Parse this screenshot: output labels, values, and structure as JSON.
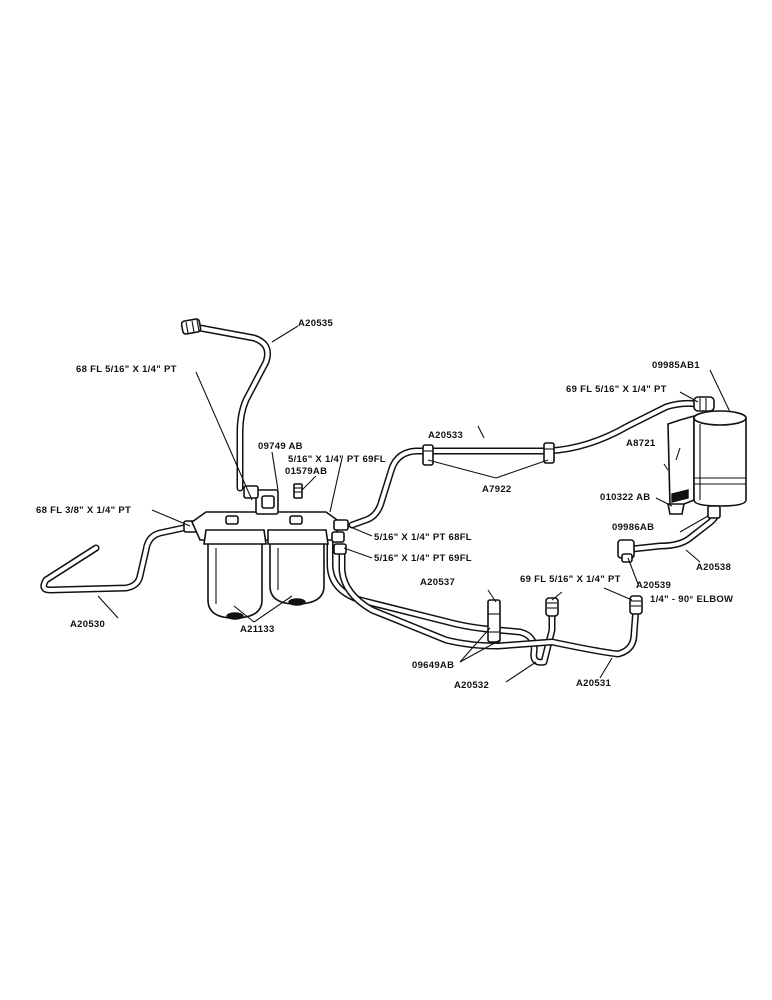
{
  "diagram": {
    "labels": {
      "a20535": "A20535",
      "fl68_516_pt": "68 FL 5/16\" X 1/4\" PT",
      "p09749ab": "09749 AB",
      "adapter_516_69fl": "5/16\" X 1/4\" PT 69FL",
      "p01579ab": "01579AB",
      "fl68_38_pt": "68 FL 3/8\" X 1/4\" PT",
      "a20530": "A20530",
      "a21133": "A21133",
      "adapter_516_68fl": "5/16\" X 1/4\" PT 68FL",
      "adapter_516_69fl_b": "5/16\" X 1/4\" PT 69FL",
      "a20533": "A20533",
      "a7922": "A7922",
      "p09985ab1": "09985AB1",
      "fl69_516_pt_top": "69 FL 5/16\" X 1/4\" PT",
      "a8721": "A8721",
      "p010322ab": "010322 AB",
      "p09986ab": "09986AB",
      "a20538": "A20538",
      "a20539": "A20539",
      "elbow": "1/4\" - 90° ELBOW",
      "a20537": "A20537",
      "fl69_516_pt_low": "69 FL 5/16\" X 1/4\" PT",
      "p09649ab": "09649AB",
      "a20532": "A20532",
      "a20531": "A20531"
    }
  }
}
